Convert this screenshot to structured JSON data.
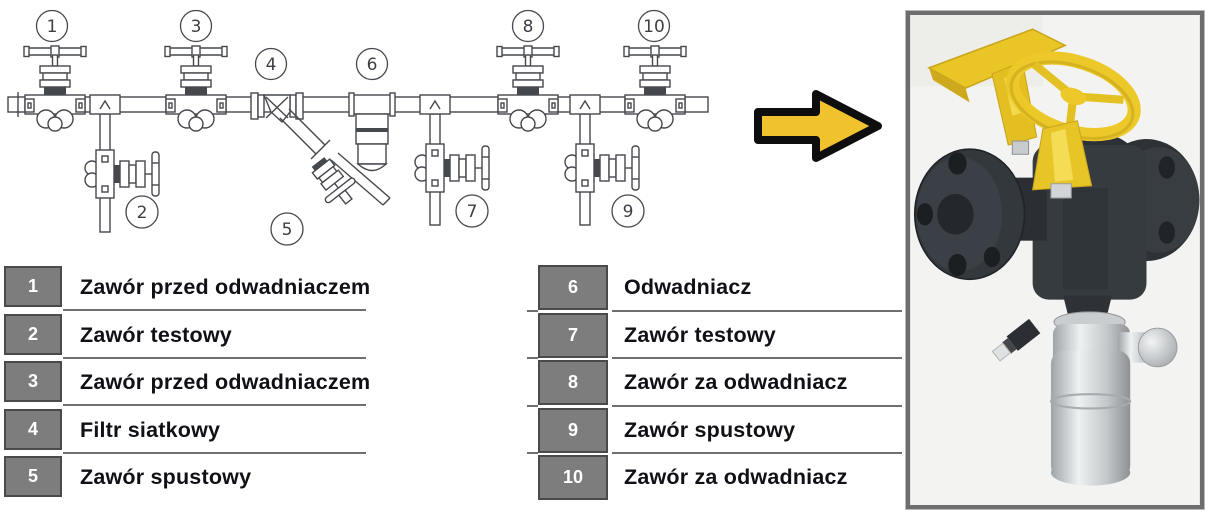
{
  "figure": {
    "type": "steam-trap installation schematic with legend and product photo",
    "language": "Polish"
  },
  "colors": {
    "arrow_yellow": "#f0c22e",
    "handwheel_yellow": "#e9c525",
    "legend_box_gray": "#7d7d7d",
    "legend_line_gray": "#6f6f6f",
    "diagram_line": "#45484d",
    "photo_frame_gray": "#6d6d6d"
  },
  "diagram": {
    "callouts": [
      {
        "num": "1"
      },
      {
        "num": "2"
      },
      {
        "num": "3"
      },
      {
        "num": "4"
      },
      {
        "num": "5"
      },
      {
        "num": "6"
      },
      {
        "num": "7"
      },
      {
        "num": "8"
      },
      {
        "num": "9"
      },
      {
        "num": "10"
      }
    ]
  },
  "legend": {
    "left": [
      {
        "num": "1",
        "label": "Zawór przed odwadniaczem"
      },
      {
        "num": "2",
        "label": "Zawór testowy"
      },
      {
        "num": "3",
        "label": "Zawór przed odwadniaczem"
      },
      {
        "num": "4",
        "label": "Filtr siatkowy"
      },
      {
        "num": "5",
        "label": "Zawór spustowy"
      }
    ],
    "right": [
      {
        "num": "6",
        "label": "Odwadniacz"
      },
      {
        "num": "7",
        "label": "Zawór testowy"
      },
      {
        "num": "8",
        "label": "Zawór za odwadniacz"
      },
      {
        "num": "9",
        "label": "Zawór spustowy"
      },
      {
        "num": "10",
        "label": "Zawór za odwadniacz"
      }
    ]
  }
}
